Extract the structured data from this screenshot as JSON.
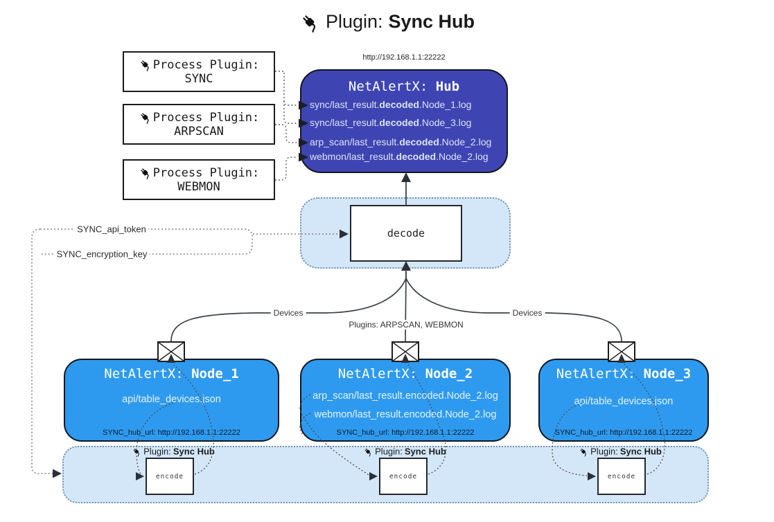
{
  "title": {
    "prefix": "Plugin:",
    "name": "Sync Hub"
  },
  "hub": {
    "url": "http://192.168.1.1:22222",
    "title_prefix": "NetAlertX:",
    "title_name": "Hub",
    "logs": [
      {
        "pre": "sync/last_result.",
        "bold": "decoded",
        "post": ".Node_1.log"
      },
      {
        "pre": "sync/last_result.",
        "bold": "decoded",
        "post": ".Node_3.log"
      },
      {
        "pre": "arp_scan/last_result.",
        "bold": "decoded",
        "post": ".Node_2.log"
      },
      {
        "pre": "webmon/last_result.",
        "bold": "decoded",
        "post": ".Node_2.log"
      }
    ]
  },
  "process_plugins": [
    {
      "label": "Process Plugin:",
      "name": "SYNC"
    },
    {
      "label": "Process Plugin:",
      "name": "ARPSCAN"
    },
    {
      "label": "Process Plugin:",
      "name": "WEBMON"
    }
  ],
  "decode": {
    "label": "decode"
  },
  "config": {
    "api_token_label": "SYNC_api_token",
    "encryption_key_label": "SYNC_encryption_key"
  },
  "edges": {
    "devices_left": "Devices",
    "devices_right": "Devices",
    "plugins_center": "Plugins: ARPSCAN, WEBMON"
  },
  "nodes": [
    {
      "title_prefix": "NetAlertX:",
      "title_name": "Node_1",
      "files": [
        "api/table_devices.json"
      ],
      "hub_url": "SYNC_hub_url: http://192.168.1.1:22222"
    },
    {
      "title_prefix": "NetAlertX:",
      "title_name": "Node_2",
      "files": [
        "arp_scan/last_result.encoded.Node_2.log",
        "webmon/last_result.encoded.Node_2.log"
      ],
      "hub_url": "SYNC_hub_url: http://192.168.1.1:22222"
    },
    {
      "title_prefix": "NetAlertX:",
      "title_name": "Node_3",
      "files": [
        "api/table_devices.json"
      ],
      "hub_url": "SYNC_hub_url: http://192.168.1.1:22222"
    }
  ],
  "encode_strip": {
    "sections": [
      {
        "plugin_prefix": "Plugin:",
        "plugin_name": "Sync Hub",
        "encode_label": "encode"
      },
      {
        "plugin_prefix": "Plugin:",
        "plugin_name": "Sync Hub",
        "encode_label": "encode"
      },
      {
        "plugin_prefix": "Plugin:",
        "plugin_name": "Sync Hub",
        "encode_label": "encode"
      }
    ]
  },
  "icons": {
    "plug": "plug-icon",
    "envelope": "envelope-icon"
  },
  "colors": {
    "hub_bg": "#3e45b3",
    "node_bg": "#2e9aef",
    "panel_bg": "#d4e7f8",
    "panel_border": "#7292ad",
    "line": "#3a4046"
  }
}
